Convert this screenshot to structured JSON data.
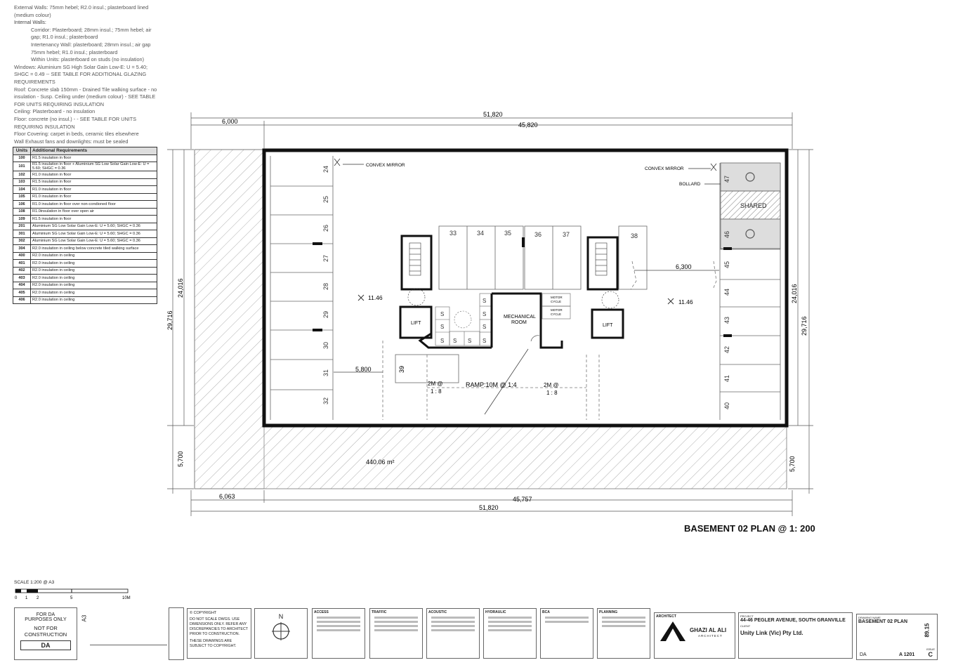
{
  "notes": {
    "external_walls": "External Walls: 75mm hebel; R2.0 insul.; plasterboard lined (medium colour)",
    "internal_walls_heading": "Internal Walls:",
    "internal_walls": [
      "Corridor: Plasterboard; 28mm insul.; 75mm hebel; air gap; R1.0 insul.; plasterboard",
      "Intertenancy Wall: plasterboard; 28mm insul.; air gap 75mm hebel; R1.0 insul.; plasterboard",
      "Within Units: plasterboard on studs (no insulation)"
    ],
    "windows": "Windows: Aluminium SG High Solar Gain Low-E: U = 5.40; SHGC = 0.49 -- SEE TABLE FOR ADDITIONAL GLAZING REQUIREMENTS",
    "roof": "Roof: Concrete slab 150mm - Drained Tile walking surface - no insulation - Susp. Ceiling under (medium colour) - SEE TABLE FOR UNITS REQUIRING INSULATION",
    "ceiling": "Ceiling: Plasterboard - no insulation",
    "floor": "Floor: concrete (no insul.) - - SEE TABLE FOR UNITS REQUIRING INSULATION",
    "floor_covering": "Floor Covering: carpet in beds, ceramic tiles elsewhere",
    "wall_exhaust": "Wall Exhaust fans and downlights: must be sealed"
  },
  "requirements": {
    "headers": [
      "Units",
      "Additional Requirements"
    ],
    "rows": [
      [
        "100",
        "R1.5 insulation in floor"
      ],
      [
        "101",
        "R1.5 insulation in floor + Aluminium SG Low Solar Gain Low-E: U = 5.60; SHGC = 0.36"
      ],
      [
        "102",
        "R1.0 insulation in floor"
      ],
      [
        "103",
        "R1.5 insulation in floor"
      ],
      [
        "104",
        "R1.0 insulation in floor"
      ],
      [
        "105",
        "R1.0 insulation in floor"
      ],
      [
        "106",
        "R1.0 insulation in floor over non-condioned floor"
      ],
      [
        "108",
        "R1.0insulation in floor over open air"
      ],
      [
        "109",
        "R1.5 insulation in floor"
      ],
      [
        "201",
        "Aluminium SG Low Solar Gain Low-E: U = 5.60; SHGC = 0.36"
      ],
      [
        "301",
        "Aluminium SG Low Solar Gain Low-E: U = 5.60; SHGC = 0.36"
      ],
      [
        "302",
        "Aluminium SG Low Solar Gain Low-E: U = 5.60; SHGC = 0.36"
      ],
      [
        "304",
        "R2.0 insulation in ceiling below concrete tiled walking surface"
      ],
      [
        "400",
        "R2.0 insulation in ceiling"
      ],
      [
        "401",
        "R2.0 insulation in ceiling"
      ],
      [
        "402",
        "R2.0 insulation in ceiling"
      ],
      [
        "403",
        "R2.0 insulation in ceiling"
      ],
      [
        "404",
        "R2.0 insulation in ceiling"
      ],
      [
        "405",
        "R2.0 insulation in ceiling"
      ],
      [
        "406",
        "R2.0 insulation in ceiling"
      ]
    ]
  },
  "dims": {
    "top_total": "51,820",
    "top_left": "6,000",
    "top_right": "45,820",
    "bottom_left": "6,063",
    "bottom_right": "45,757",
    "bottom_total": "51,820",
    "left_total": "29,716",
    "left_inner": "24,016",
    "left_lower": "5,700",
    "right_total": "29,716",
    "right_inner": "24,016",
    "right_lower": "5,700",
    "dim_6300": "6,300",
    "dim_5800": "5,800"
  },
  "labels": {
    "convex_mirror_left": "CONVEX MIRROR",
    "convex_mirror_right": "CONVEX MIRROR",
    "bollard": "BOLLARD",
    "shared": "SHARED",
    "level_left": "11.46",
    "level_right": "11.46",
    "lift_left": "LIFT",
    "lift_right": "LIFT",
    "mechanical_room": [
      "MECHANICAL",
      "ROOM"
    ],
    "motor_cycle": [
      "MOTOR",
      "CYCLE"
    ],
    "ramp": "RAMP:10M @ 1:4",
    "ramp_2m": [
      "2M @",
      "1 : 8"
    ],
    "area": "440.06 m²",
    "storage": "S",
    "spaces_left": [
      "24",
      "25",
      "26",
      "27",
      "28",
      "29",
      "30",
      "31",
      "32"
    ],
    "spaces_center": [
      "33",
      "34",
      "35",
      "36",
      "37"
    ],
    "space_38": "38",
    "space_39": "39",
    "spaces_right": [
      "47",
      "46",
      "45",
      "44",
      "43",
      "42",
      "41",
      "40"
    ]
  },
  "plan_title": "BASEMENT 02 PLAN @ 1: 200",
  "scale": {
    "label": "SCALE 1:200 @ A3",
    "ticks": [
      "0",
      "1",
      "2",
      "5",
      "10M"
    ]
  },
  "title_block": {
    "da_notice": [
      "FOR DA",
      "PURPOSES ONLY"
    ],
    "not_for_construction": [
      "NOT FOR",
      "CONSTRUCTION"
    ],
    "da": "DA",
    "sheet_size": "A3",
    "copyright_heading": "© COPYRIGHT",
    "copyright_text": "DO NOT SCALE DWGS. USE DIMENSIONS ONLY. REFER ANY DISCREPANCIES TO ARCHITECT PRIOR TO CONSTRUCTION.",
    "copyright_text2": "THESE DRAWINGS ARE SUBJECT TO COPYRIGHT.",
    "north": "N",
    "consultants": [
      "ACCESS",
      "TRAFFIC",
      "ACOUSTIC",
      "HYDRAULIC",
      "BCA",
      "PLANNING"
    ],
    "architect_label": "ARCHITECT",
    "architect": "GHAZI AL ALI",
    "architect_sub": "ARCHITECT",
    "project_label": "PROJECT",
    "project": "44-46 PEGLER AVENUE, SOUTH GRANVILLE",
    "client_label": "CLIENT",
    "client": "Unity Link (Vic) Pty Ltd.",
    "drawing_name_label": "DRAWING NAME",
    "drawing_name": "BASEMENT 02 PLAN",
    "project_no": "89.15",
    "status": "DA",
    "drawing_no": "A 1201",
    "issue_label": "ISSUE",
    "issue": "C"
  }
}
